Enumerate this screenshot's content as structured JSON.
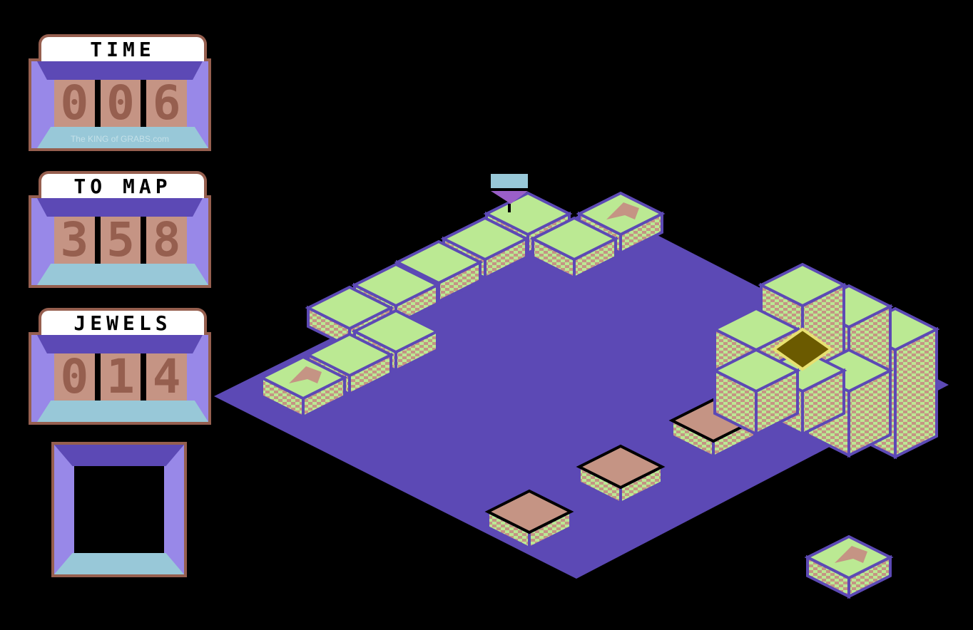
{
  "hud": {
    "time": {
      "label": "TIME",
      "digits": [
        "0",
        "0",
        "6"
      ]
    },
    "to_map": {
      "label": "TO MAP",
      "digits": [
        "3",
        "5",
        "8"
      ]
    },
    "jewels": {
      "label": "JEWELS",
      "digits": [
        "0",
        "1",
        "4"
      ]
    },
    "watermark": "The KING of GRABS.com",
    "held_item": "empty"
  },
  "colors": {
    "floor": "#5c49b5",
    "tile_top": "#bbe993",
    "tile_side": "#c59484",
    "outline": "#965f4f",
    "panel_wall": "#9888e8",
    "panel_floor": "#98c8d8",
    "jewel": "#6b5a00"
  }
}
